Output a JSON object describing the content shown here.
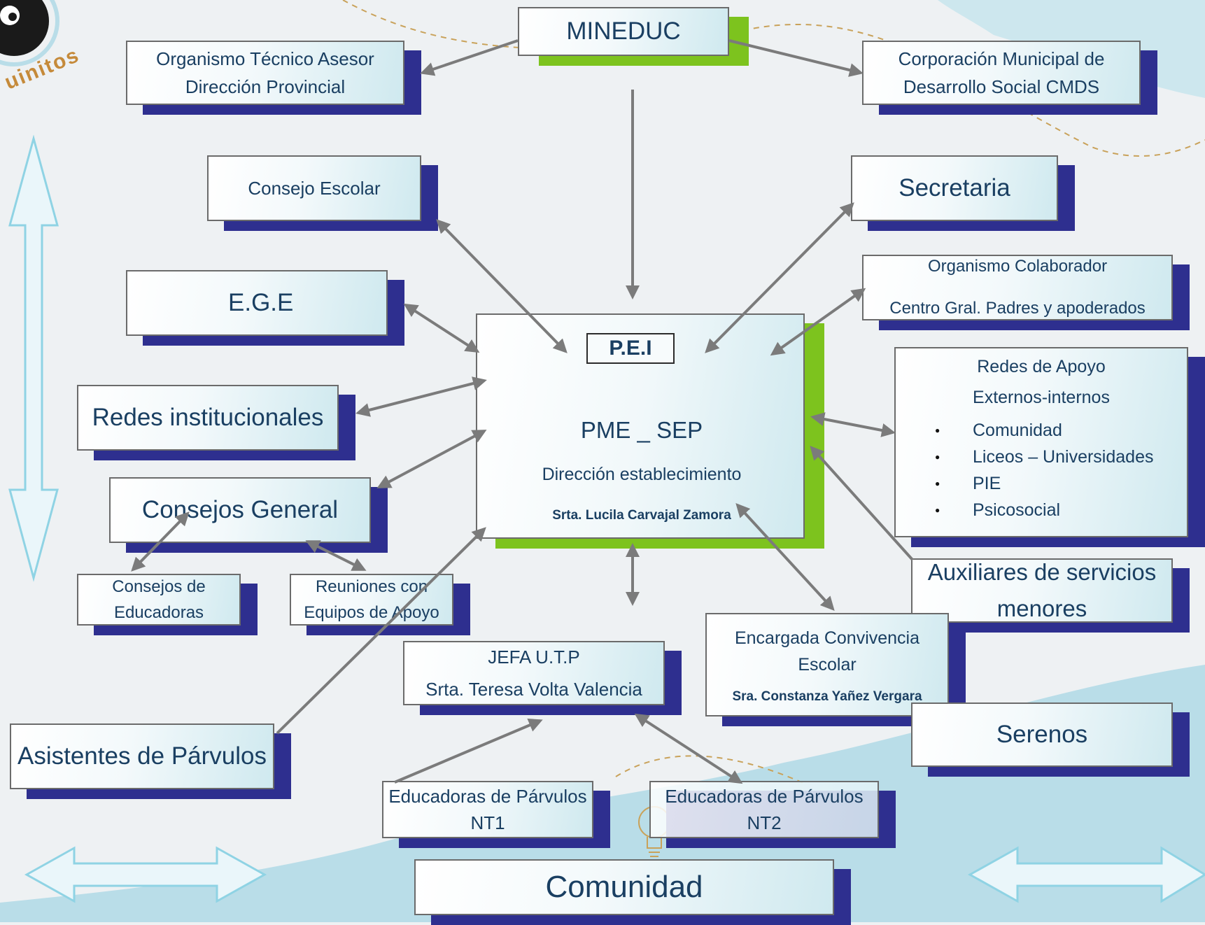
{
  "nodes": {
    "mineduc": "MINEDUC",
    "organismo_tecnico": [
      "Organismo Técnico Asesor",
      "Dirección Provincial"
    ],
    "corporacion": [
      "Corporación Municipal de",
      "Desarrollo Social CMDS"
    ],
    "consejo_escolar": "Consejo Escolar",
    "secretaria": "Secretaria",
    "ege": "E.G.E",
    "organismo_colaborador": [
      "Organismo Colaborador",
      "Centro Gral. Padres y apoderados"
    ],
    "redes_institucionales": "Redes institucionales",
    "redes_apoyo": {
      "title": "Redes de Apoyo",
      "subtitle": "Externos-internos",
      "items": [
        "Comunidad",
        "Liceos – Universidades",
        "PIE",
        "Psicosocial"
      ]
    },
    "consejos_general": "Consejos General",
    "consejos_educadoras": [
      "Consejos de",
      "Educadoras"
    ],
    "reuniones_equipos": [
      "Reuniones con",
      "Equipos de Apoyo"
    ],
    "auxiliares": [
      "Auxiliares de servicios",
      "menores"
    ],
    "encargada_convivencia": [
      "Encargada Convivencia",
      "Escolar",
      "Sra. Constanza Yañez Vergara"
    ],
    "jefa_utp": [
      "JEFA U.T.P",
      "Srta. Teresa Volta Valencia"
    ],
    "serenos": "Serenos",
    "asistentes_parvulos": "Asistentes de Párvulos",
    "educadoras_nt1": [
      "Educadoras de Párvulos",
      "NT1"
    ],
    "educadoras_nt2": [
      "Educadoras de Párvulos",
      "NT2"
    ],
    "comunidad": "Comunidad"
  },
  "center": {
    "tag": "P.E.I",
    "title": "PME _ SEP",
    "subtitle": "Dirección establecimiento",
    "person": "Srta. Lucila Carvajal Zamora"
  },
  "decor": {
    "logo_text": "uinitos"
  },
  "colors": {
    "box_shadow": "#2e2f8f",
    "text": "#1a3f62",
    "accent_green": "#7dc31e",
    "arrow": "#7b7b7b",
    "wave": "#b9dde8"
  }
}
